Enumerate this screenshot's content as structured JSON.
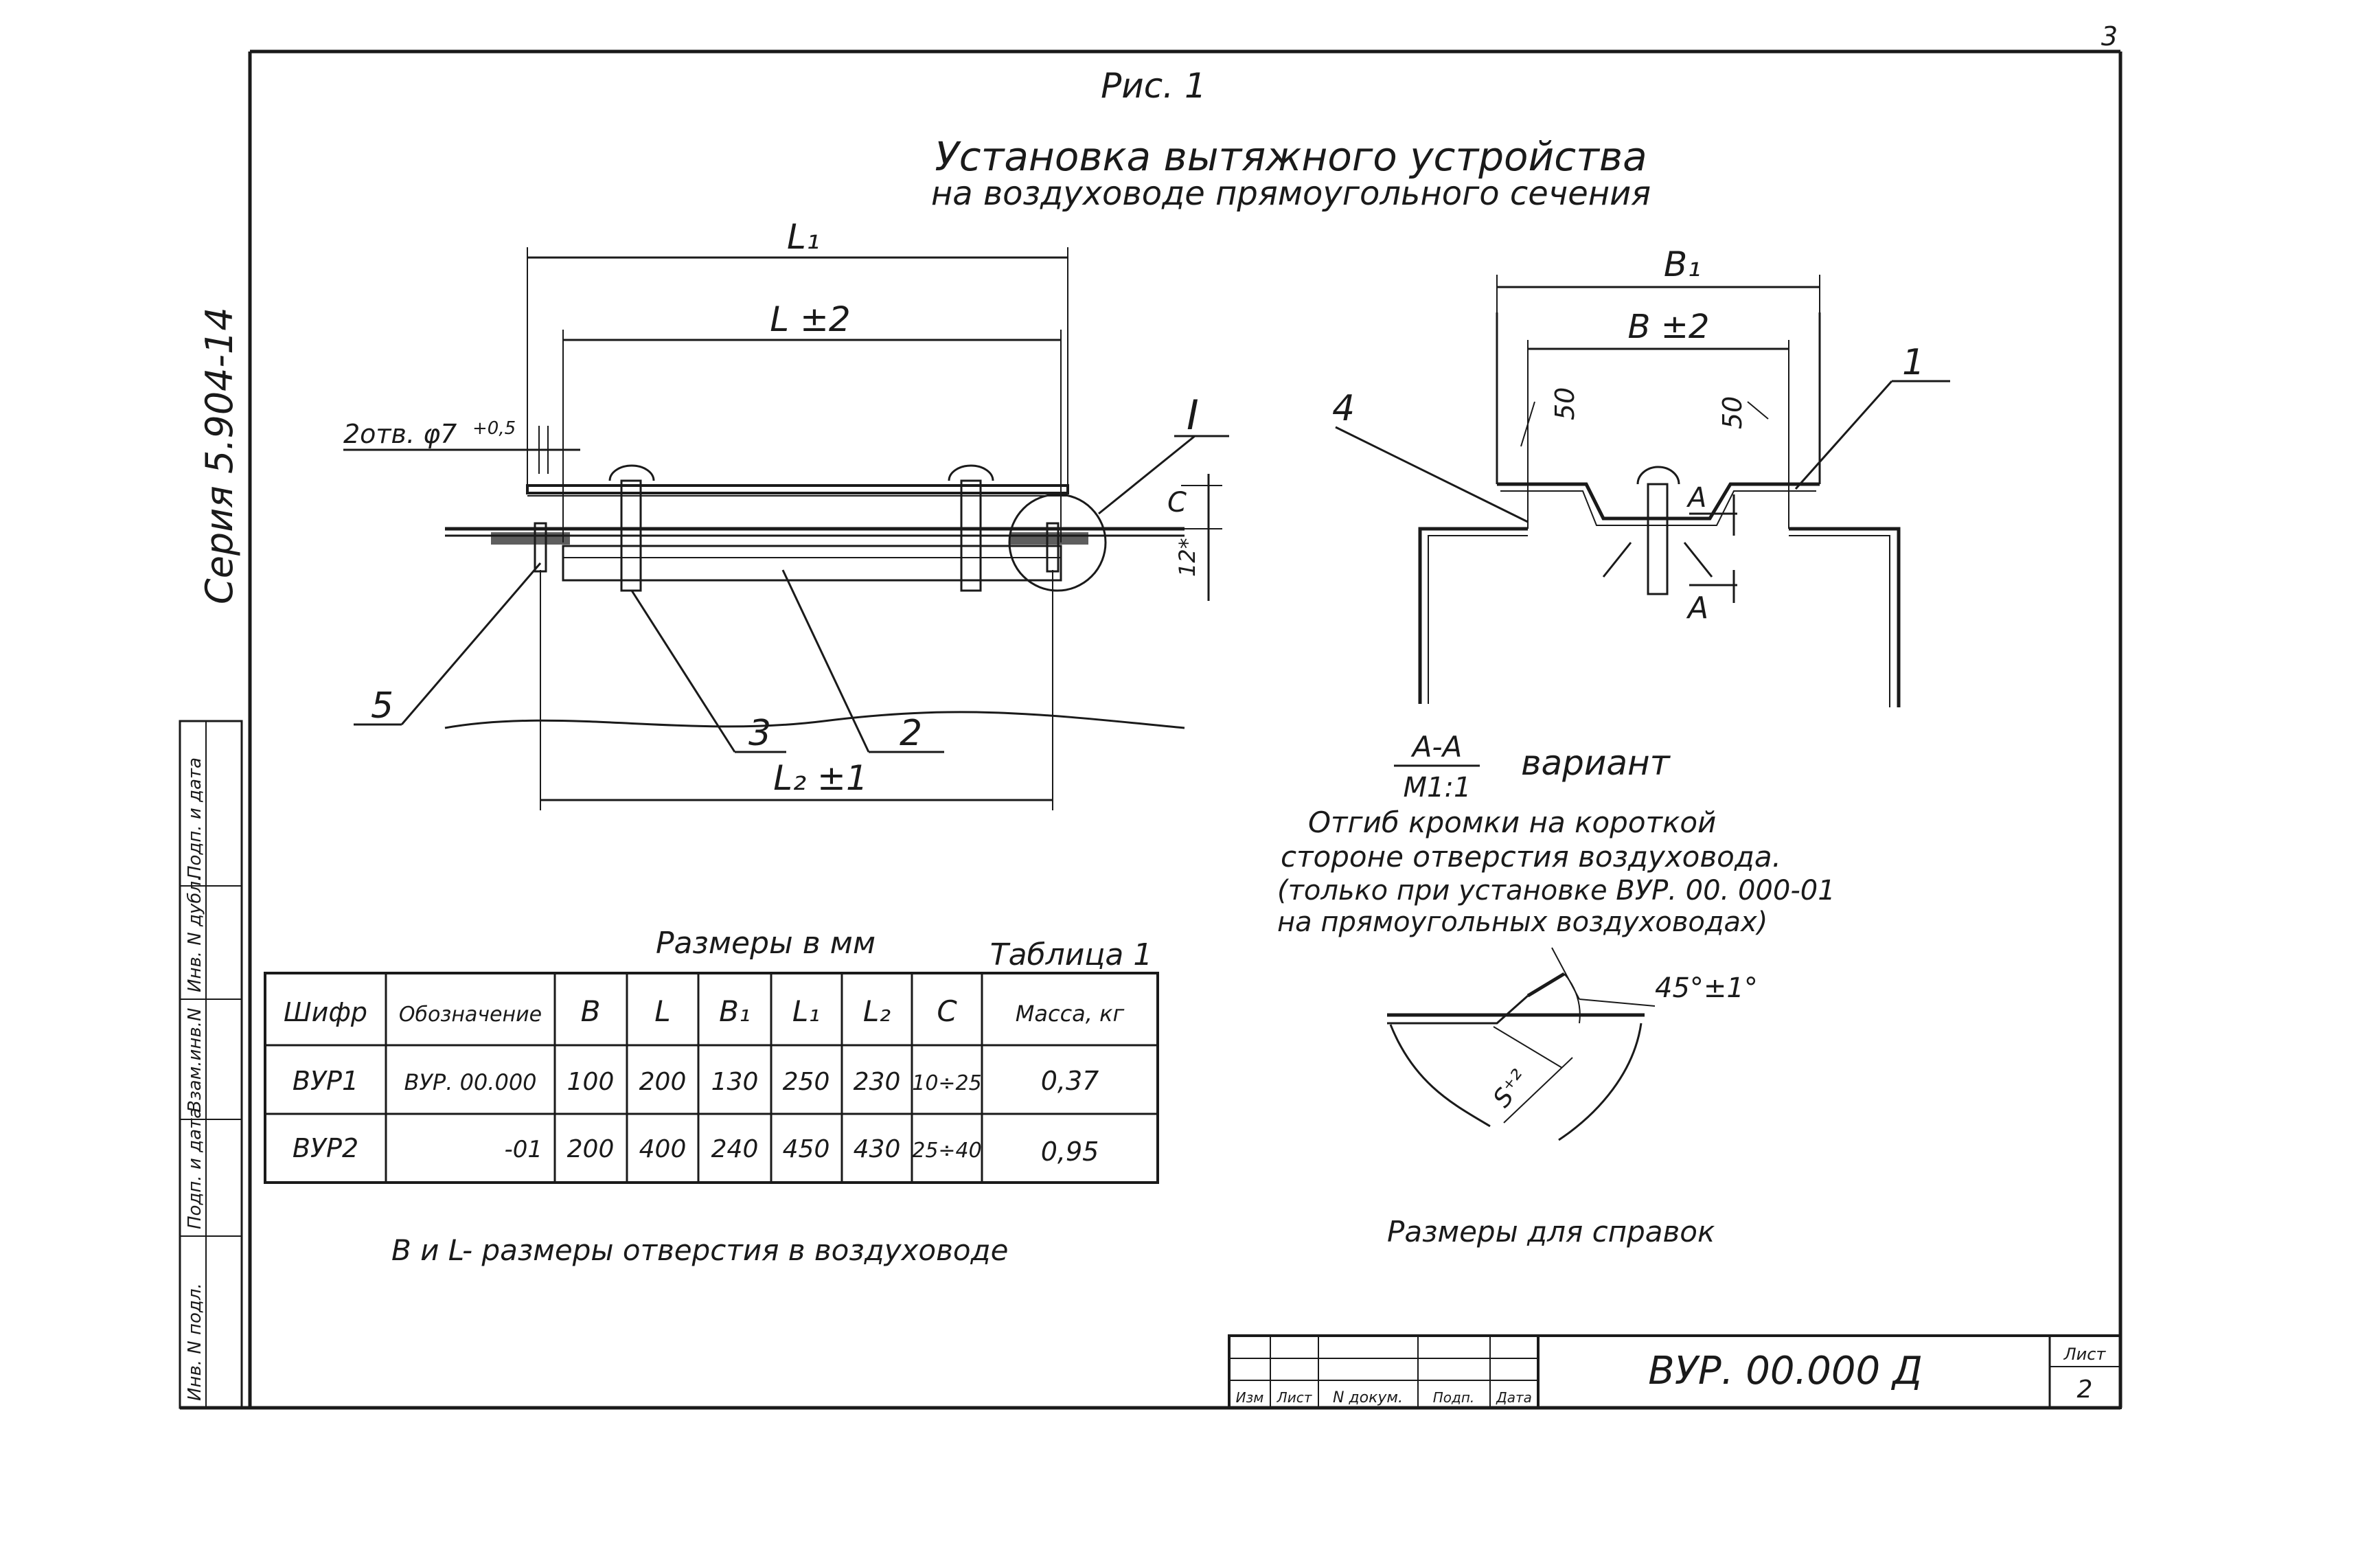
{
  "page": {
    "number": "3"
  },
  "series_label": "Серия 5.904-14",
  "figure": {
    "label": "Рис. 1",
    "title_line1": "Установка вытяжного устройства",
    "title_line2": "на воздуховоде прямоугольного сечения"
  },
  "left_view": {
    "dim_L1": "L₁",
    "dim_L": "L ±2",
    "dim_L2": "L₂ ±1",
    "dim_C": "C",
    "dim_12": "12*",
    "holes_note": "2отв. φ7",
    "holes_tol": "+0,5",
    "detail_mark": "I",
    "callouts": [
      "5",
      "3",
      "2"
    ]
  },
  "right_view": {
    "dim_B1": "B₁",
    "dim_B": "B ±2",
    "dim_50a": "50",
    "dim_50b": "50",
    "callout_4": "4",
    "callout_1": "1",
    "section_A_top": "A",
    "section_A_bottom": "A"
  },
  "section": {
    "label_top": "А-А",
    "label_bottom": "М1:1",
    "variant": "вариант",
    "note_lines": [
      "Отгиб кромки на короткой",
      "стороне отверстия воздуховода.",
      "(только при установке ВУР. 00. 000-01",
      "на прямоугольных воздуховодах)"
    ],
    "angle": "45°±1°",
    "dim_s": "S⁺²",
    "reference_note": "Размеры для справок"
  },
  "table": {
    "caption": "Размеры в мм",
    "name": "Таблица 1",
    "headers": [
      "Шифр",
      "Обозначение",
      "B",
      "L",
      "B₁",
      "L₁",
      "L₂",
      "C",
      "Масса, кг"
    ],
    "rows": [
      [
        "ВУР1",
        "ВУР. 00.000",
        "100",
        "200",
        "130",
        "250",
        "230",
        "10÷25",
        "0,37"
      ],
      [
        "ВУР2",
        "-01",
        "200",
        "400",
        "240",
        "450",
        "430",
        "25÷40",
        "0,95"
      ]
    ],
    "footnote": "B и L- размеры отверстия в воздуховоде"
  },
  "title_block": {
    "designation": "ВУР. 00.000 Д",
    "sheet_label": "Лист",
    "sheet_number": "2",
    "col_labels": [
      "Изм",
      "Лист",
      "N докум.",
      "Подп.",
      "Дата"
    ]
  },
  "side_stamp": [
    "Подп. и дата",
    "Инв. N дубл.",
    "Взам.инв.N",
    "Подп. и дата",
    "Инв. N подл."
  ]
}
